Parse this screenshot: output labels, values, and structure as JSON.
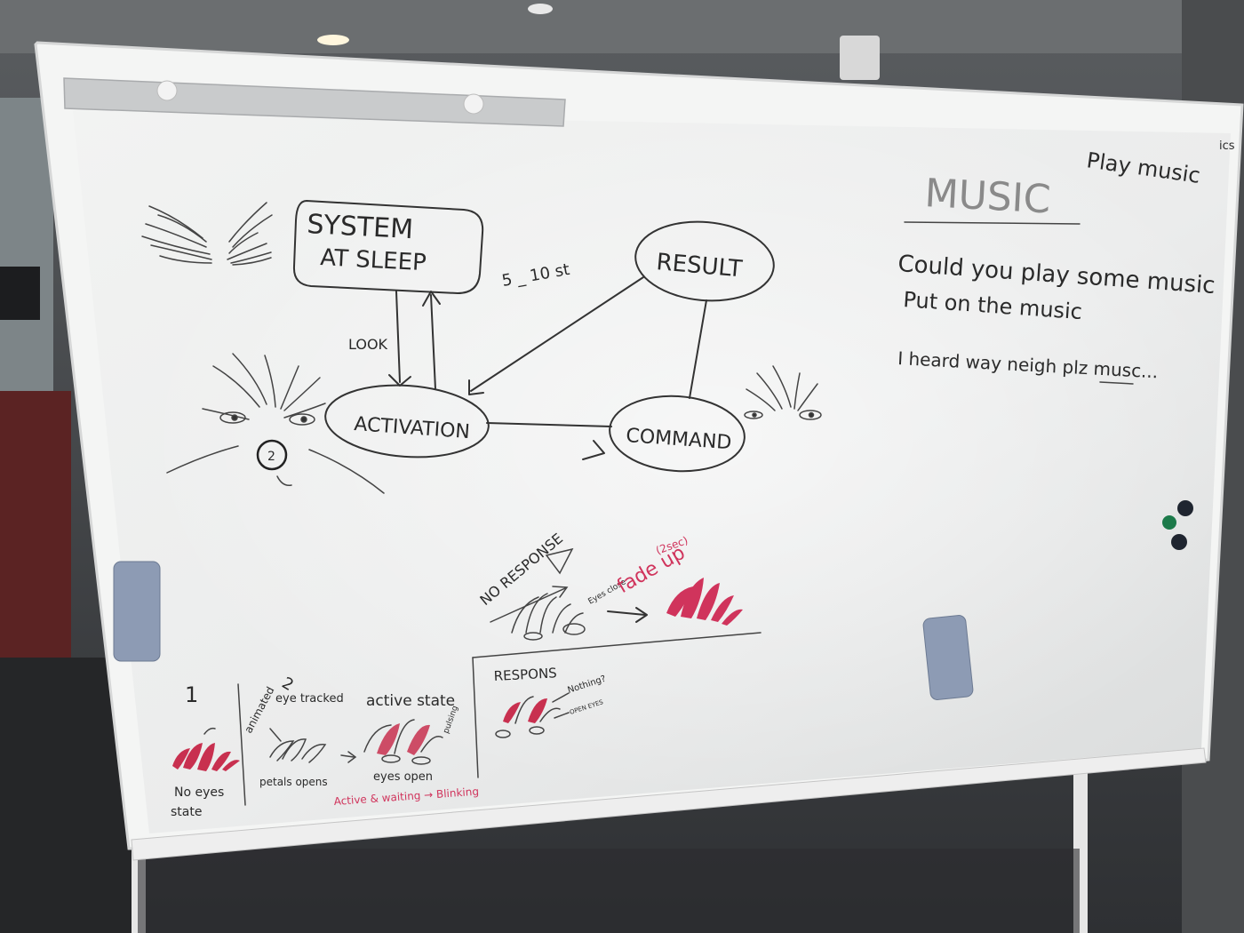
{
  "diagram": {
    "sleep_line1": "SYSTEM",
    "sleep_line2": "AT SLEEP",
    "result": "RESULT",
    "activation": "ACTIVATION",
    "command": "COMMAND",
    "look": "LOOK",
    "timing": "5 _ 10 st",
    "marker_number": "2"
  },
  "music_notes": {
    "corner": "ics",
    "play_music": "Play music",
    "heading": "MUSIC",
    "line1": "Could you play some music",
    "line2": "Put on the music",
    "line3": "I heard way neigh plz musc..."
  },
  "response_flow": {
    "no_response": "NO RESPONSE",
    "eyes_close": "Eyes close",
    "fade_up": "fade up",
    "fade_up_note": "(2sec)"
  },
  "state_sketches": {
    "step1": "1",
    "no_eyes_line1": "No eyes",
    "no_eyes_line2": "state",
    "animated": "animated",
    "step2": "2",
    "eye_tracked": "eye tracked",
    "petals_open": "petals opens",
    "active_state": "active state",
    "eyes_open": "eyes open",
    "active_waiting": "Active & waiting → Blinking",
    "pulsing": "pulsing",
    "respons": "RESPONS",
    "nothing": "Nothing?",
    "open_eyes": "OPEN EYES"
  }
}
